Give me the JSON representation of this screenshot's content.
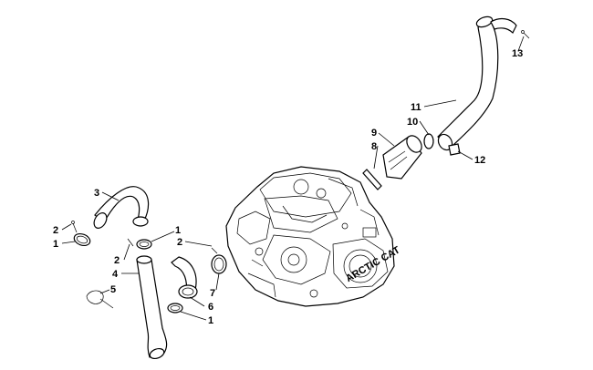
{
  "diagram": {
    "callouts": [
      {
        "id": "c1a",
        "text": "1"
      },
      {
        "id": "c1b",
        "text": "1"
      },
      {
        "id": "c1c",
        "text": "1"
      },
      {
        "id": "c2a",
        "text": "2"
      },
      {
        "id": "c2b",
        "text": "2"
      },
      {
        "id": "c2c",
        "text": "2"
      },
      {
        "id": "c3",
        "text": "3"
      },
      {
        "id": "c4",
        "text": "4"
      },
      {
        "id": "c5",
        "text": "5"
      },
      {
        "id": "c6",
        "text": "6"
      },
      {
        "id": "c7",
        "text": "7"
      },
      {
        "id": "c8",
        "text": "8"
      },
      {
        "id": "c9",
        "text": "9"
      },
      {
        "id": "c10",
        "text": "10"
      },
      {
        "id": "c11",
        "text": "11"
      },
      {
        "id": "c12",
        "text": "12"
      },
      {
        "id": "c13",
        "text": "13"
      }
    ],
    "engine_stamp": "ARCTIC CAT"
  }
}
